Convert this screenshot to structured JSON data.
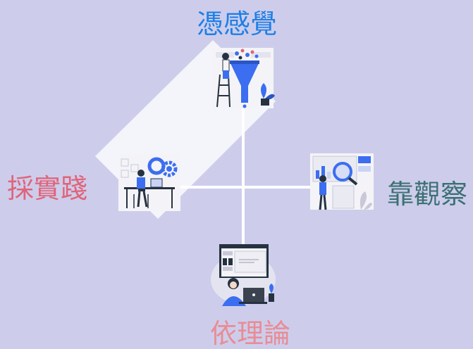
{
  "labels": {
    "top": "憑感覺",
    "left": "採實踐",
    "right": "靠觀察",
    "bottom": "依理論"
  },
  "colors": {
    "background": "#cdcdeb",
    "axis": "#ffffff",
    "highlight": "#ffffff",
    "top": "#1f7fe6",
    "left": "#e0647a",
    "right": "#3c6f73",
    "bottom": "#e98c95",
    "accent_blue": "#3b6ef0",
    "skin_dark": "#263241"
  },
  "icons": {
    "top": "funnel-person-icon",
    "left": "worker-desk-gears-icon",
    "right": "magnifier-board-icon",
    "bottom": "thinker-laptop-icon"
  }
}
